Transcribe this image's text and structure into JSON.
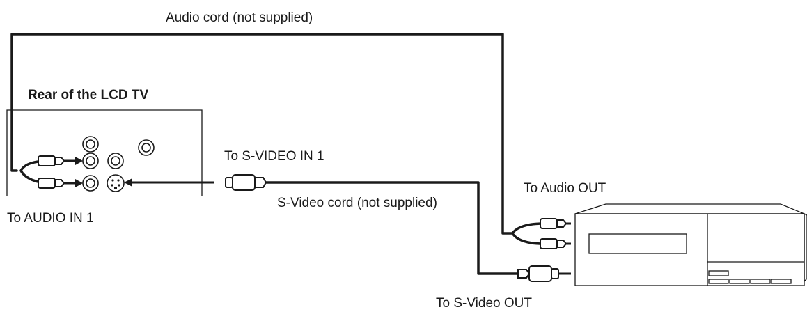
{
  "labels": {
    "audio_cord": "Audio cord (not supplied)",
    "rear_tv": "Rear of the LCD TV",
    "s_video_in": "To S-VIDEO IN 1",
    "audio_out": "To Audio OUT",
    "audio_in": "To AUDIO IN 1",
    "s_video_cord": "S-Video cord (not supplied)",
    "s_video_out": "To S-Video OUT"
  },
  "colors": {
    "line": "#1a1a1a",
    "background": "#ffffff"
  }
}
